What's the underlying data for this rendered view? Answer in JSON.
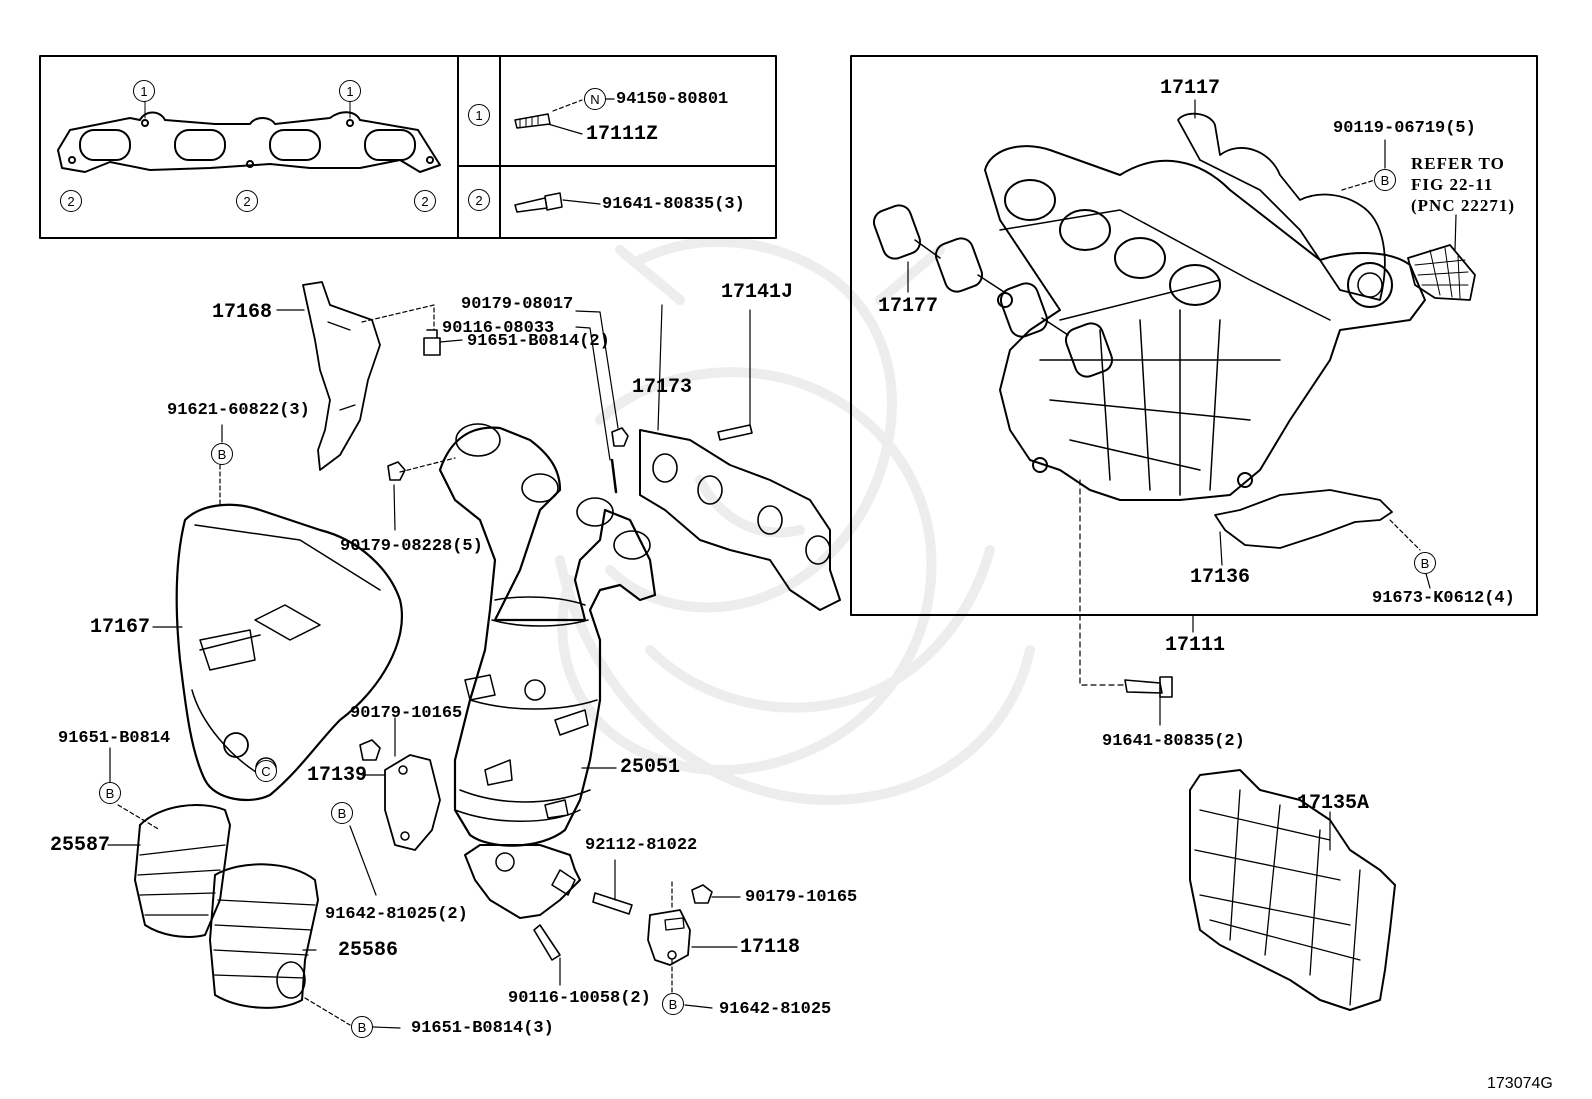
{
  "figure_code": "173074G",
  "legend": {
    "marker_1": "1",
    "marker_2": "2",
    "row_1_nut": "94150-80801",
    "row_1_stud": "17111Z",
    "row_1_nut_symbol": "N",
    "row_2_bolt": "91641-80835(3)"
  },
  "note": {
    "line1": "REFER TO",
    "line2": "FIG 22-11",
    "line3": "(PNC 22271)"
  },
  "callout_symbols": {
    "B": "B",
    "C": "C"
  },
  "parts": {
    "p17168": "17168",
    "p91651_b0814_2": "91651-B0814(2)",
    "p91621_60822_3": "91621-60822(3)",
    "p90179_08017": "90179-08017",
    "p90116_08033": "90116-08033",
    "p17173": "17173",
    "p17141j": "17141J",
    "p90179_08228_5": "90179-08228(5)",
    "p17167": "17167",
    "p90179_10165_a": "90179-10165",
    "p91651_b0814": "91651-B0814",
    "p17139": "17139",
    "p25051": "25051",
    "p25587": "25587",
    "p92112_81022": "92112-81022",
    "p90179_10165_b": "90179-10165",
    "p91642_81025_2": "91642-81025(2)",
    "p17118": "17118",
    "p25586": "25586",
    "p90116_10058_2": "90116-10058(2)",
    "p91642_81025": "91642-81025",
    "p91651_b0814_3": "91651-B0814(3)",
    "p17117": "17117",
    "p90119_06719_5": "90119-06719(5)",
    "p17177": "17177",
    "p17136": "17136",
    "p91673_k0612_4": "91673-K0612(4)",
    "p17111": "17111",
    "p91641_80835_2": "91641-80835(2)",
    "p17135a": "17135A"
  }
}
